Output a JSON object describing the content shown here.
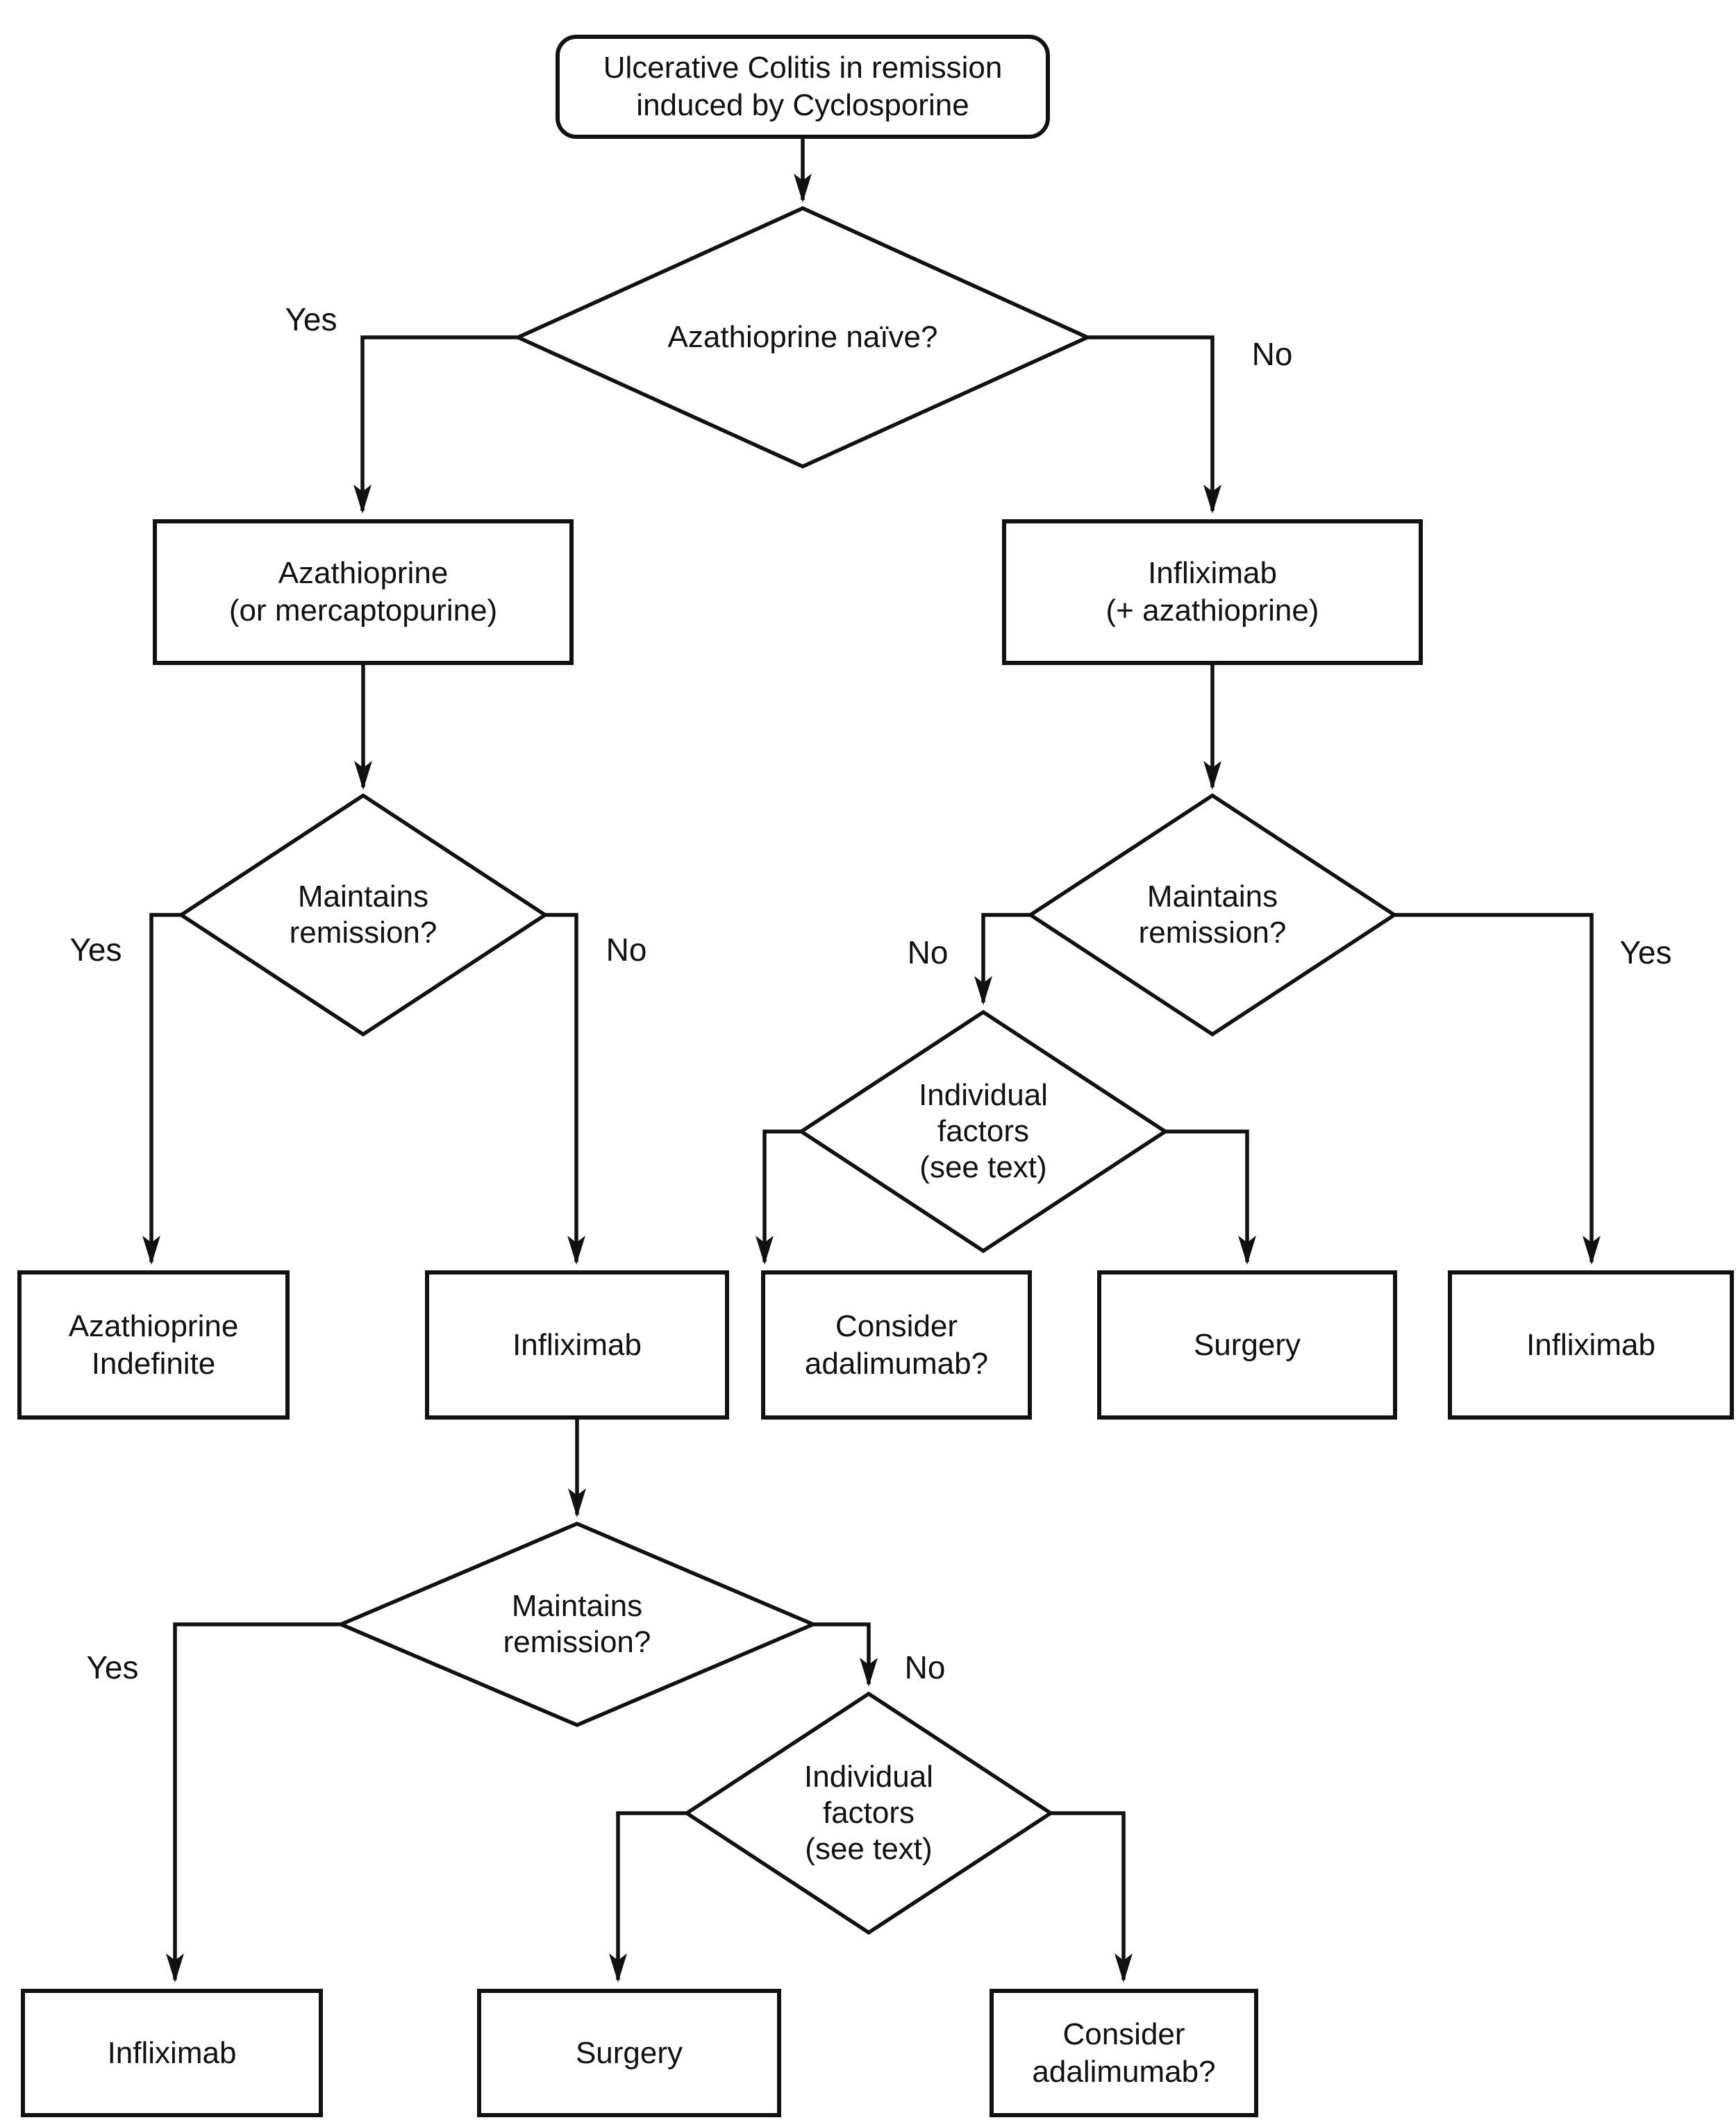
{
  "nodes": {
    "start": [
      "Ulcerative Colitis in remission",
      "induced by Cyclosporine"
    ],
    "azathioprine_naive": [
      "Azathioprine naïve?"
    ],
    "azathioprine_or_mercaptopurine": [
      "Azathioprine",
      "(or mercaptopurine)"
    ],
    "infliximab_plus_azathioprine": [
      "Infliximab",
      "(+ azathioprine)"
    ],
    "maintains_remission_left": [
      "Maintains",
      "remission?"
    ],
    "maintains_remission_right": [
      "Maintains",
      "remission?"
    ],
    "individual_factors_upper": [
      "Individual",
      "factors",
      "(see text)"
    ],
    "azathioprine_indefinite": [
      "Azathioprine",
      "Indefinite"
    ],
    "infliximab_mid": [
      "Infliximab"
    ],
    "consider_adalimumab_upper": [
      "Consider",
      "adalimumab?"
    ],
    "surgery_upper": [
      "Surgery"
    ],
    "infliximab_right": [
      "Infliximab"
    ],
    "maintains_remission_lower": [
      "Maintains",
      "remission?"
    ],
    "individual_factors_lower": [
      "Individual",
      "factors",
      "(see text)"
    ],
    "infliximab_bottom": [
      "Infliximab"
    ],
    "surgery_bottom": [
      "Surgery"
    ],
    "consider_adalimumab_bottom": [
      "Consider",
      "adalimumab?"
    ]
  },
  "branch_labels": {
    "d1_yes": "Yes",
    "d1_no": "No",
    "d2_yes": "Yes",
    "d2_no": "No",
    "d3_no": "No",
    "d3_yes": "Yes",
    "d5_yes": "Yes",
    "d5_no": "No"
  },
  "colors": {
    "line": "#111111",
    "background": "#ffffff",
    "text": "#111111"
  }
}
